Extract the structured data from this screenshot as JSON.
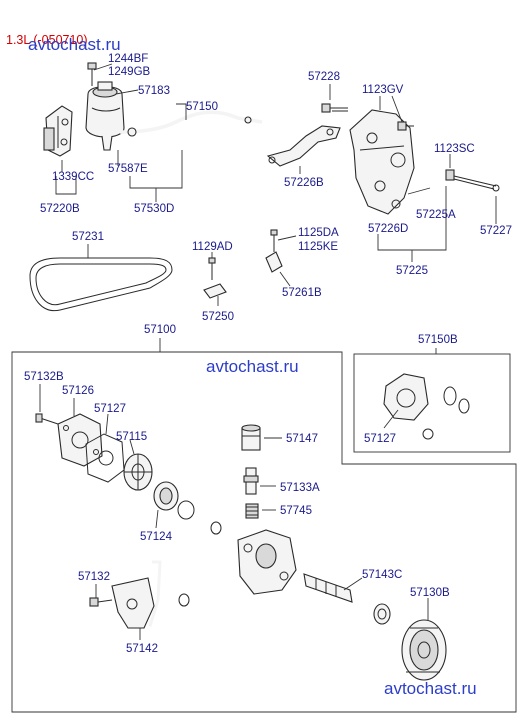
{
  "header": "1.3L (-050710)",
  "watermarks": [
    "avtochast.ru",
    "avtochast.ru",
    "avtochast.ru"
  ],
  "labels": {
    "p1244BF": "1244BF",
    "p1249GB": "1249GB",
    "p57183": "57183",
    "p57150": "57150",
    "p1339CC": "1339CC",
    "p57587E": "57587E",
    "p57220B": "57220B",
    "p57530D": "57530D",
    "p57228": "57228",
    "p1123GV": "1123GV",
    "p57226B": "57226B",
    "p1123SC": "1123SC",
    "p57225A": "57225A",
    "p57226D": "57226D",
    "p57227": "57227",
    "p57225": "57225",
    "p57231": "57231",
    "p1129AD": "1129AD",
    "p1125DA": "1125DA",
    "p1125KE": "1125KE",
    "p57261B": "57261B",
    "p57250": "57250",
    "p57100": "57100",
    "p57150B": "57150B",
    "p57132B": "57132B",
    "p57126": "57126",
    "p57127a": "57127",
    "p57115": "57115",
    "p57147": "57147",
    "p57127b": "57127",
    "p57133A": "57133A",
    "p57745": "57745",
    "p57124": "57124",
    "p57132": "57132",
    "p57143C": "57143C",
    "p57130B": "57130B",
    "p57142": "57142"
  }
}
